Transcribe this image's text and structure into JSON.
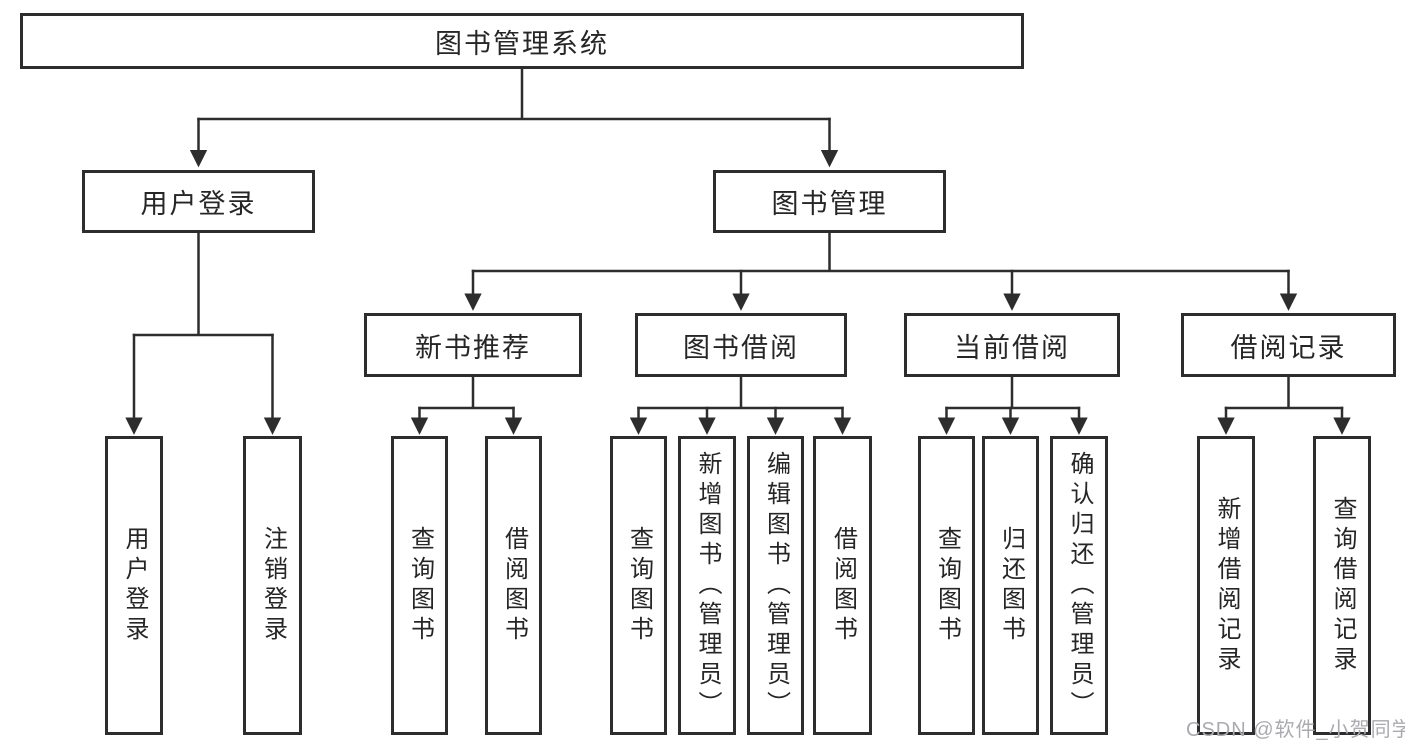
{
  "diagram": {
    "tree": {
      "label": "图书管理系统",
      "children": [
        {
          "label": "用户登录",
          "children": [
            {
              "label": "用户登录"
            },
            {
              "label": "注销登录"
            }
          ]
        },
        {
          "label": "图书管理",
          "children": [
            {
              "label": "新书推荐",
              "children": [
                {
                  "label": "查询图书"
                },
                {
                  "label": "借阅图书"
                }
              ]
            },
            {
              "label": "图书借阅",
              "children": [
                {
                  "label": "查询图书"
                },
                {
                  "label": "新增图书（管理员）"
                },
                {
                  "label": "编辑图书（管理员）"
                },
                {
                  "label": "借阅图书"
                }
              ]
            },
            {
              "label": "当前借阅",
              "children": [
                {
                  "label": "查询图书"
                },
                {
                  "label": "归还图书"
                },
                {
                  "label": "确认归还（管理员）"
                }
              ]
            },
            {
              "label": "借阅记录",
              "children": [
                {
                  "label": "新增借阅记录"
                },
                {
                  "label": "查询借阅记录"
                }
              ]
            }
          ]
        }
      ]
    },
    "colors": {
      "line": "#2d2d2d",
      "box_border": "#2d2d2d",
      "text": "#262626",
      "watermark": "#aaaab0",
      "background": "#ffffff"
    }
  },
  "watermark": {
    "text": "CSDN @软件_小贺同学"
  }
}
